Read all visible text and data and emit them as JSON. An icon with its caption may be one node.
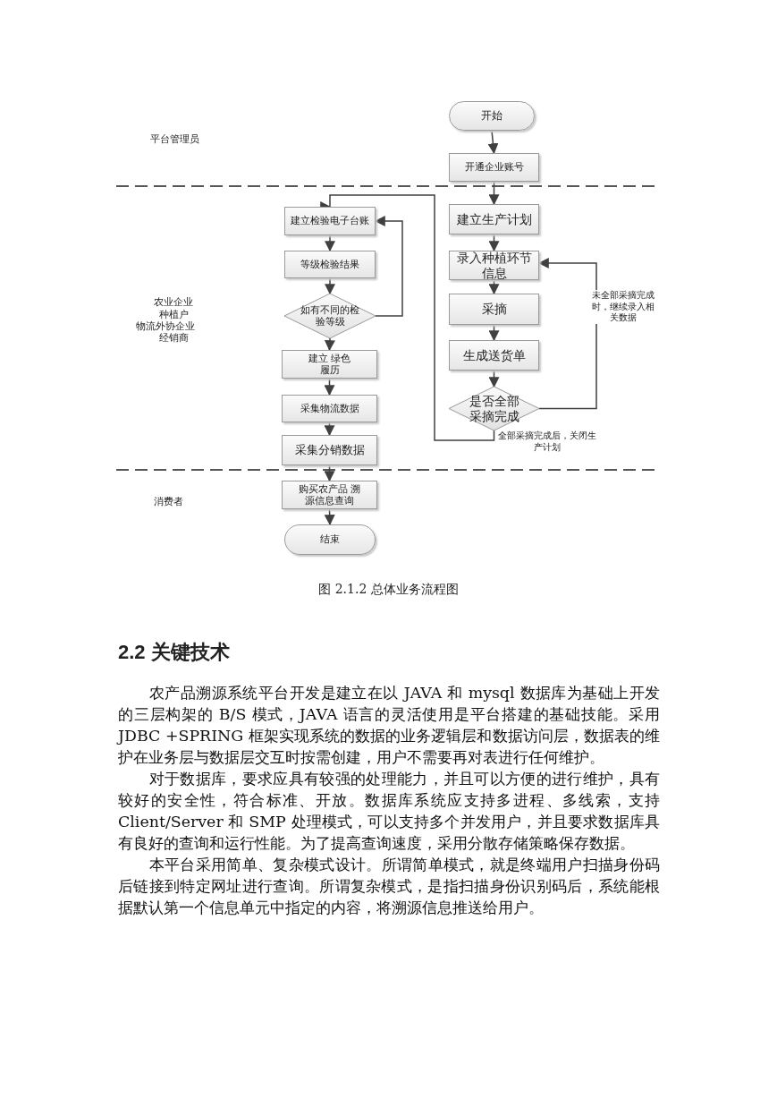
{
  "diagram": {
    "caption": "图 2.1.2 总体业务流程图",
    "nodes": [
      {
        "text": [
          "开始"
        ]
      },
      {
        "text": [
          "开通企业账号"
        ]
      },
      {
        "text": [
          "建立生产计划"
        ]
      },
      {
        "text": [
          "录入种植环节信息"
        ]
      },
      {
        "text": [
          "采摘"
        ]
      },
      {
        "text": [
          "生成送货单"
        ]
      },
      {
        "text": [
          "是否全部采摘完成"
        ]
      },
      {
        "text": [
          "建立检验电子台账"
        ]
      },
      {
        "text": [
          "等级检验结果"
        ]
      },
      {
        "text": [
          "如有不同的检验等级"
        ]
      },
      {
        "text": [
          "建立 绿色履历"
        ]
      },
      {
        "text": [
          "采集物流数据"
        ]
      },
      {
        "text": [
          "采集分销数据"
        ]
      },
      {
        "text": [
          "购买农产品 溯源信息查询"
        ]
      },
      {
        "text": [
          "结束"
        ]
      }
    ],
    "edges": [
      {
        "from": 0,
        "to": 1,
        "arrow": "to"
      },
      {
        "from": 1,
        "to": 2,
        "arrow": "to"
      },
      {
        "from": 2,
        "to": 3,
        "arrow": "to"
      },
      {
        "from": 3,
        "to": 4,
        "arrow": "to"
      },
      {
        "from": 4,
        "to": 5,
        "arrow": "to"
      },
      {
        "from": 5,
        "to": 6,
        "arrow": "to"
      },
      {
        "from": 6,
        "to": 3,
        "arrow": "to",
        "label": "未全部采摘完成时，继续录入相关数据"
      },
      {
        "from": 6,
        "to": 7,
        "arrow": "to",
        "label": "全部采摘完成后，关闭生产计划"
      },
      {
        "from": 7,
        "to": 8,
        "arrow": "to"
      },
      {
        "from": 8,
        "to": 9,
        "arrow": "to"
      },
      {
        "from": 9,
        "to": 7,
        "arrow": "to"
      },
      {
        "from": 9,
        "to": 10,
        "arrow": "to"
      },
      {
        "from": 10,
        "to": 11,
        "arrow": "to"
      },
      {
        "from": 11,
        "to": 12,
        "arrow": "to"
      },
      {
        "from": 12,
        "to": 13,
        "arrow": "to"
      },
      {
        "from": 13,
        "to": 14,
        "arrow": "to"
      }
    ],
    "labels": [
      "平台管理员",
      "农业企业",
      "种植户",
      "物流外协企业",
      "经销商",
      "消费者",
      "2.2 关键技术",
      "农产品溯源系统平台开发是建立在以 JAVA 和 mysql 数据库为基础上开发的三层构架的 B/S 模式，JAVA 语言的灵活使用是平台搭建的基础技能。采用 JDBC +SPRING 框架实现系统的数据的业务逻辑层和数据访问层，数据表的维护在业务层与数据层交互时按需创建，用户不需要再对表进行任何维护。",
      "对于数据库，要求应具有较强的处理能力，并且可以方便的进行维护，具有较好的安全性，符合标准、开放。数据库系统应支持多进程、多线索，支持 Client/Server 和 SMP 处理模式，可以支持多个并发用户，并且要求数据库具有良好的查询和运行性能。为了提高查询速度，采用分散存储策略保存数据。",
      "本平台采用简单、复杂模式设计。所谓简单模式，就是终端用户扫描身份码后链接到特定网址进行查询。所谓复杂模式，是指扫描身份识别码后，系统能根据默认第一个信息单元中指定的内容，将溯源信息推送给用户。"
    ]
  }
}
